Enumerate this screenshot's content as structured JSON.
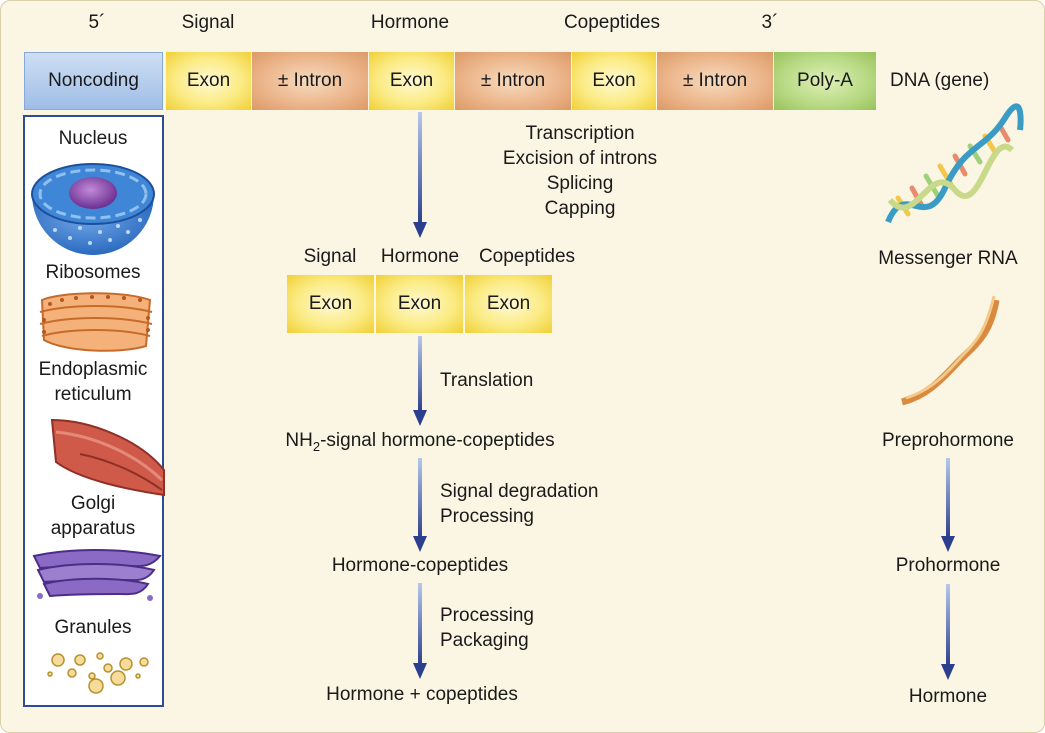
{
  "gene": {
    "region_labels": {
      "five_prime": "5´",
      "signal": "Signal",
      "hormone": "Hormone",
      "copeptides": "Copeptides",
      "three_prime": "3´"
    },
    "segments": [
      "Noncoding",
      "Exon",
      "± Intron",
      "Exon",
      "± Intron",
      "Exon",
      "± Intron",
      "Poly-A"
    ],
    "dna_label": "DNA (gene)"
  },
  "organelles": [
    "Nucleus",
    "Ribosomes",
    "Endoplasmic",
    "reticulum",
    "Golgi",
    "apparatus",
    "Granules"
  ],
  "steps": {
    "rna_processing": [
      "Transcription",
      "Excision of introns",
      "Splicing",
      "Capping"
    ],
    "translation": "Translation",
    "post_translation": [
      "Signal degradation",
      "Processing"
    ],
    "packaging": [
      "Processing",
      "Packaging"
    ]
  },
  "mrna": {
    "labels": [
      "Signal",
      "Hormone",
      "Copeptides"
    ],
    "exons": [
      "Exon",
      "Exon",
      "Exon"
    ]
  },
  "products": {
    "nh2_prefix": "NH",
    "nh2_subscript": "2",
    "nh2_suffix": "-signal hormone-copeptides",
    "hormone_copeptides": "Hormone-copeptides",
    "final": "Hormone + copeptides"
  },
  "right_column": [
    "Messenger RNA",
    "Preprohormone",
    "Prohormone",
    "Hormone"
  ],
  "colors": {
    "exon": "#fbeb84",
    "intron": "#ebb489",
    "noncoding": "#9fbde6",
    "poly_a": "#b7d983",
    "arrow": "#2b3f8e",
    "panel_border": "#2f4d96",
    "background": "#fbf6e4"
  }
}
